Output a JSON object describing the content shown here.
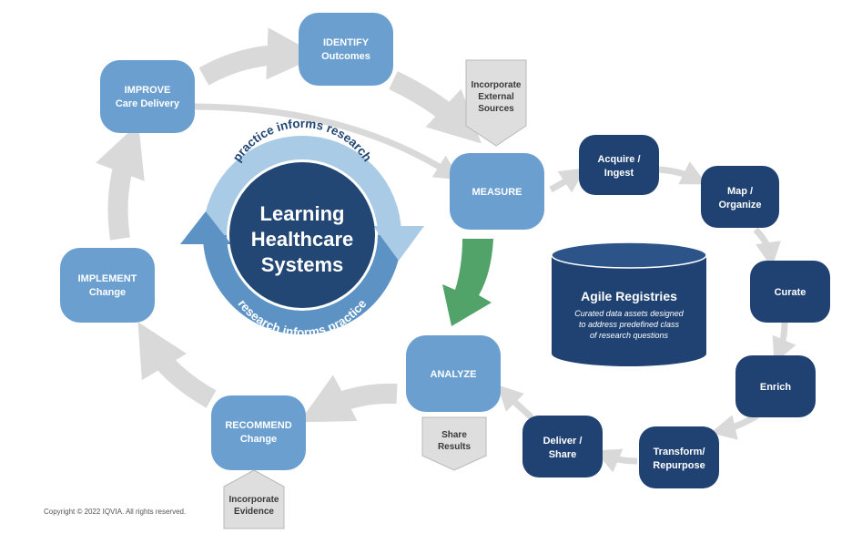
{
  "center": {
    "title_lines": [
      "Learning",
      "Healthcare",
      "Systems"
    ],
    "top_arc": "practice informs research",
    "bottom_arc": "research informs practice"
  },
  "cycle_nodes": {
    "identify": [
      "IDENTIFY",
      "Outcomes"
    ],
    "improve": [
      "IMPROVE",
      "Care Delivery"
    ],
    "measure": [
      "MEASURE"
    ],
    "implement": [
      "IMPLEMENT",
      "Change"
    ],
    "analyze": [
      "ANALYZE"
    ],
    "recommend": [
      "RECOMMEND",
      "Change"
    ]
  },
  "callouts": {
    "external": [
      "Incorporate",
      "External",
      "Sources"
    ],
    "share_results": [
      "Share",
      "Results"
    ],
    "evidence": [
      "Incorporate",
      "Evidence"
    ]
  },
  "registry_steps": {
    "acquire": [
      "Acquire /",
      "Ingest"
    ],
    "map": [
      "Map /",
      "Organize"
    ],
    "curate": [
      "Curate"
    ],
    "enrich": [
      "Enrich"
    ],
    "transform": [
      "Transform/",
      "Repurpose"
    ],
    "deliver": [
      "Deliver /",
      "Share"
    ]
  },
  "agile": {
    "title": "Agile Registries",
    "desc_lines": [
      "Curated data assets designed",
      "to address predefined class",
      "of research questions"
    ]
  },
  "copyright": "Copyright © 2022 IQVIA. All rights reserved.",
  "colors": {
    "light_node": "#6a9fcf",
    "dark_node": "#1f4273",
    "center_dark": "#234774",
    "ring_light": "#a9cbe6",
    "ring_mid": "#5c93c4",
    "gray_arrow": "#d9d9d9",
    "gray_box": "#dedede",
    "green_arrow": "#52a36a"
  }
}
